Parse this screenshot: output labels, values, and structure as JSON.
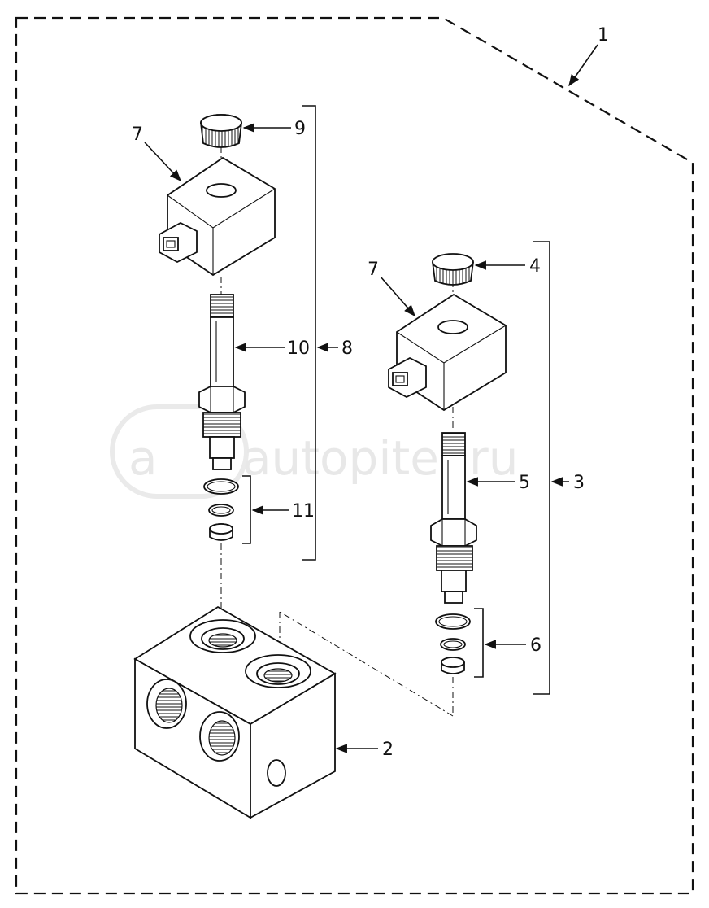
{
  "watermark": {
    "text": "autopiter.ru",
    "logo_text": "a"
  },
  "callouts": {
    "c1": "1",
    "c2": "2",
    "c3": "3",
    "c4": "4",
    "c5": "5",
    "c6": "6",
    "c7a": "7",
    "c7b": "7",
    "c8": "8",
    "c9": "9",
    "c10": "10",
    "c11": "11"
  }
}
